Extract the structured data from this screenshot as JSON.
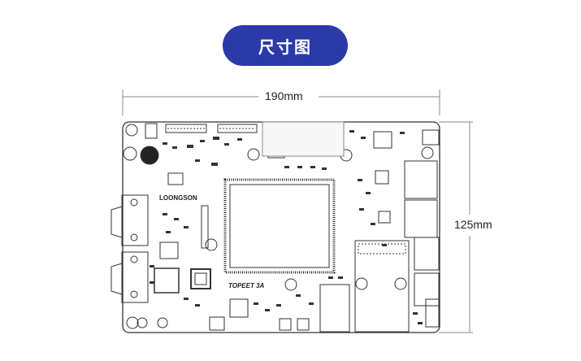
{
  "header": {
    "title": "尺寸图"
  },
  "dimensions": {
    "width": "190mm",
    "height": "125mm"
  },
  "board": {
    "brand_silkscreen": "LOONGSON",
    "model_silkscreen": "TOPEET 3A"
  },
  "colors": {
    "title_background": "#2b3aa8",
    "title_text": "#ffffff",
    "line": "#333333",
    "dimension_line": "#888888"
  }
}
